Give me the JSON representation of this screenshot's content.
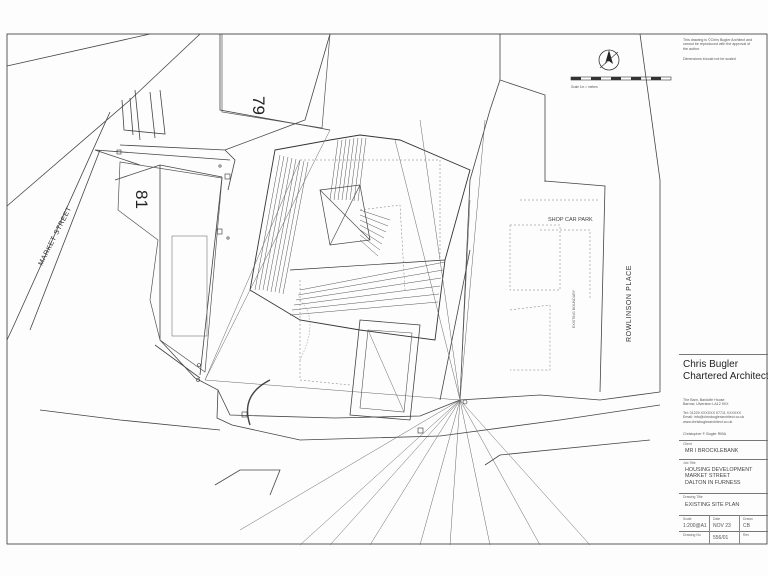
{
  "title_block": {
    "copyright": [
      "This drawing is ©Chris Bugler Architect and",
      "cannot be reproduced with the approval of",
      "the author"
    ],
    "dimensions_note": "Dimensions should not be scaled",
    "firm_name": [
      "Chris Bugler",
      "Chartered Architect"
    ],
    "address_lines": [
      "The Barn, Bardolfe House",
      "Barrow, Ulverston  LA12 9XX",
      "",
      "Tel: 01229 XXXXXX  07711 XXXXXX",
      "Email: info@chrisbuglerarchitect.co.uk",
      "www.chrisbuglerarchitect.co.uk"
    ],
    "signature_name": "Christopher F. Bugler  RIBA",
    "client_label": "Client",
    "client": "MR I BROCKLEBANK",
    "job_label": "Job Title",
    "job_lines": [
      "HOUSING DEVELOPMENT",
      "MARKET STREET",
      "DALTON IN FURNESS"
    ],
    "drawing_title_label": "Drawing Title",
    "drawing_title": "EXISTING SITE PLAN",
    "scale_label": "Scale",
    "scale": "1:200@A1",
    "date_label": "Date",
    "date": "NOV 23",
    "drawn_label": "Drawn",
    "drawn": "CB",
    "drawing_no_label": "Drawing No",
    "drawing_no": "556/01",
    "rev_label": "Rev"
  },
  "plan": {
    "building_79": "79",
    "building_81": "81",
    "market_street": "MARKET STREET",
    "shop_car_park": "SHOP CAR PARK",
    "rowlinson_place": "ROWLINSON PLACE",
    "boundary_note": "EXISTING BOUNDARY",
    "north_label": "N",
    "scale_bar_caption": "Scale 1m = metres"
  }
}
